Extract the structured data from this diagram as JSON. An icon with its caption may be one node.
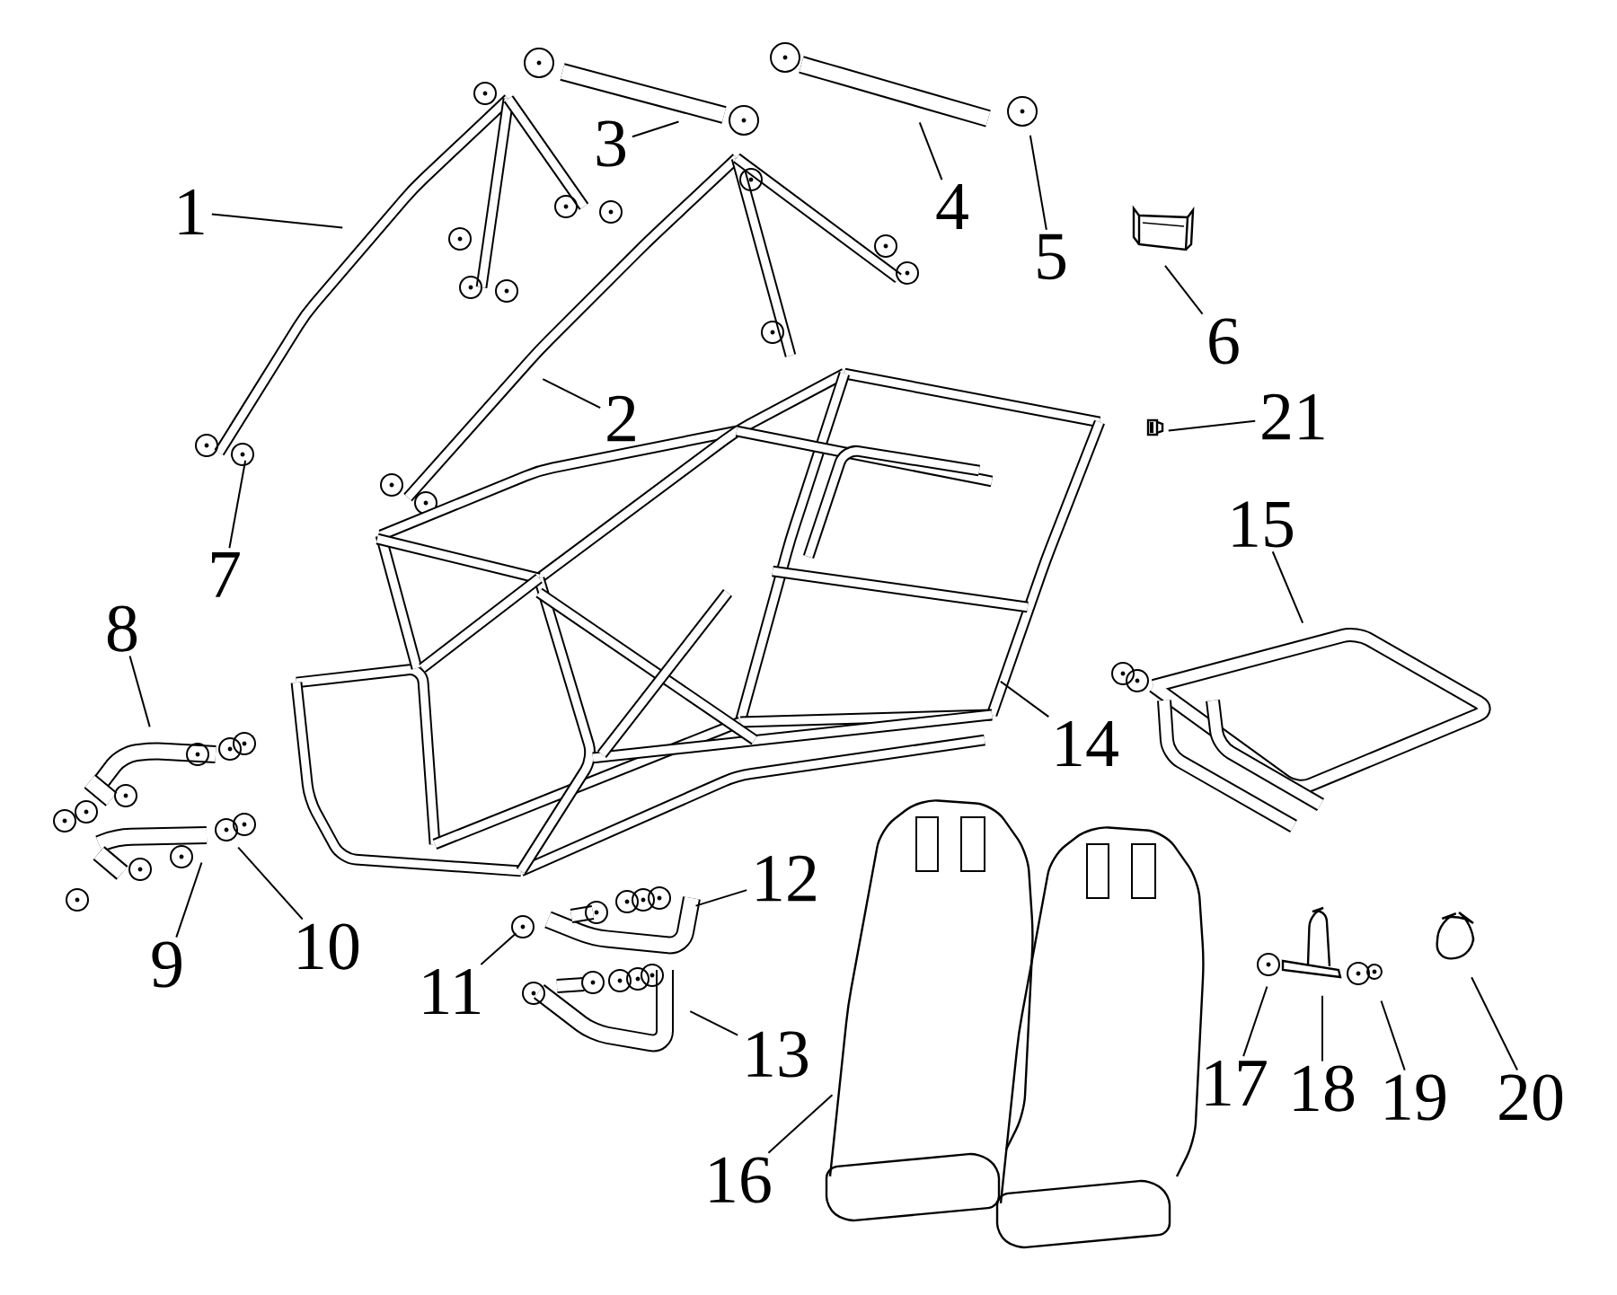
{
  "diagram": {
    "nodes": [
      {
        "text": [
          "1"
        ]
      },
      {
        "text": [
          "2"
        ]
      },
      {
        "text": [
          "3"
        ]
      },
      {
        "text": [
          "4"
        ]
      },
      {
        "text": [
          "5"
        ]
      },
      {
        "text": [
          "6"
        ]
      },
      {
        "text": [
          "7"
        ]
      },
      {
        "text": [
          "8"
        ]
      },
      {
        "text": [
          "9"
        ]
      },
      {
        "text": [
          "10"
        ]
      },
      {
        "text": [
          "11"
        ]
      },
      {
        "text": [
          "12"
        ]
      },
      {
        "text": [
          "13"
        ]
      },
      {
        "text": [
          "14"
        ]
      },
      {
        "text": [
          "15"
        ]
      },
      {
        "text": [
          "16"
        ]
      },
      {
        "text": [
          "17"
        ]
      },
      {
        "text": [
          "18"
        ]
      },
      {
        "text": [
          "19"
        ]
      },
      {
        "text": [
          "20"
        ]
      },
      {
        "text": [
          "21"
        ]
      },
      {
        "text": [],
        "shape": "picture"
      },
      {
        "text": [],
        "shape": "picture"
      },
      {
        "text": [],
        "shape": "picture"
      },
      {
        "text": [],
        "shape": "picture"
      },
      {
        "text": [],
        "shape": "picture"
      },
      {
        "text": [],
        "shape": "picture"
      },
      {
        "text": [],
        "shape": "picture"
      },
      {
        "text": [],
        "shape": "picture"
      },
      {
        "text": [],
        "shape": "picture"
      },
      {
        "text": [],
        "shape": "picture"
      },
      {
        "text": [],
        "shape": "picture"
      },
      {
        "text": [],
        "shape": "picture"
      },
      {
        "text": [],
        "shape": "picture"
      },
      {
        "text": [],
        "shape": "picture"
      },
      {
        "text": [],
        "shape": "picture"
      },
      {
        "text": [],
        "shape": "picture"
      },
      {
        "text": [],
        "shape": "picture"
      },
      {
        "text": [],
        "shape": "picture"
      },
      {
        "text": [],
        "shape": "picture"
      },
      {
        "text": [],
        "shape": "picture"
      },
      {
        "text": [],
        "shape": "picture"
      }
    ],
    "edges": [
      {
        "from": 0,
        "to": 21,
        "arrow": "none"
      },
      {
        "from": 1,
        "to": 22,
        "arrow": "none"
      },
      {
        "from": 2,
        "to": 23,
        "arrow": "none"
      },
      {
        "from": 3,
        "to": 24,
        "arrow": "none"
      },
      {
        "from": 4,
        "to": 25,
        "arrow": "none"
      },
      {
        "from": 5,
        "to": 26,
        "arrow": "none"
      },
      {
        "from": 6,
        "to": 27,
        "arrow": "none"
      },
      {
        "from": 7,
        "to": 28,
        "arrow": "none"
      },
      {
        "from": 8,
        "to": 29,
        "arrow": "none"
      },
      {
        "from": 9,
        "to": 30,
        "arrow": "none"
      },
      {
        "from": 10,
        "to": 31,
        "arrow": "none"
      },
      {
        "from": 11,
        "to": 32,
        "arrow": "none"
      },
      {
        "from": 12,
        "to": 33,
        "arrow": "none"
      },
      {
        "from": 13,
        "to": 34,
        "arrow": "none"
      },
      {
        "from": 14,
        "to": 35,
        "arrow": "none"
      },
      {
        "from": 15,
        "to": 36,
        "arrow": "none"
      },
      {
        "from": 16,
        "to": 37,
        "arrow": "none"
      },
      {
        "from": 17,
        "to": 38,
        "arrow": "none"
      },
      {
        "from": 18,
        "to": 39,
        "arrow": "none"
      },
      {
        "from": 19,
        "to": 40,
        "arrow": "none"
      },
      {
        "from": 20,
        "to": 41,
        "arrow": "none"
      }
    ]
  }
}
